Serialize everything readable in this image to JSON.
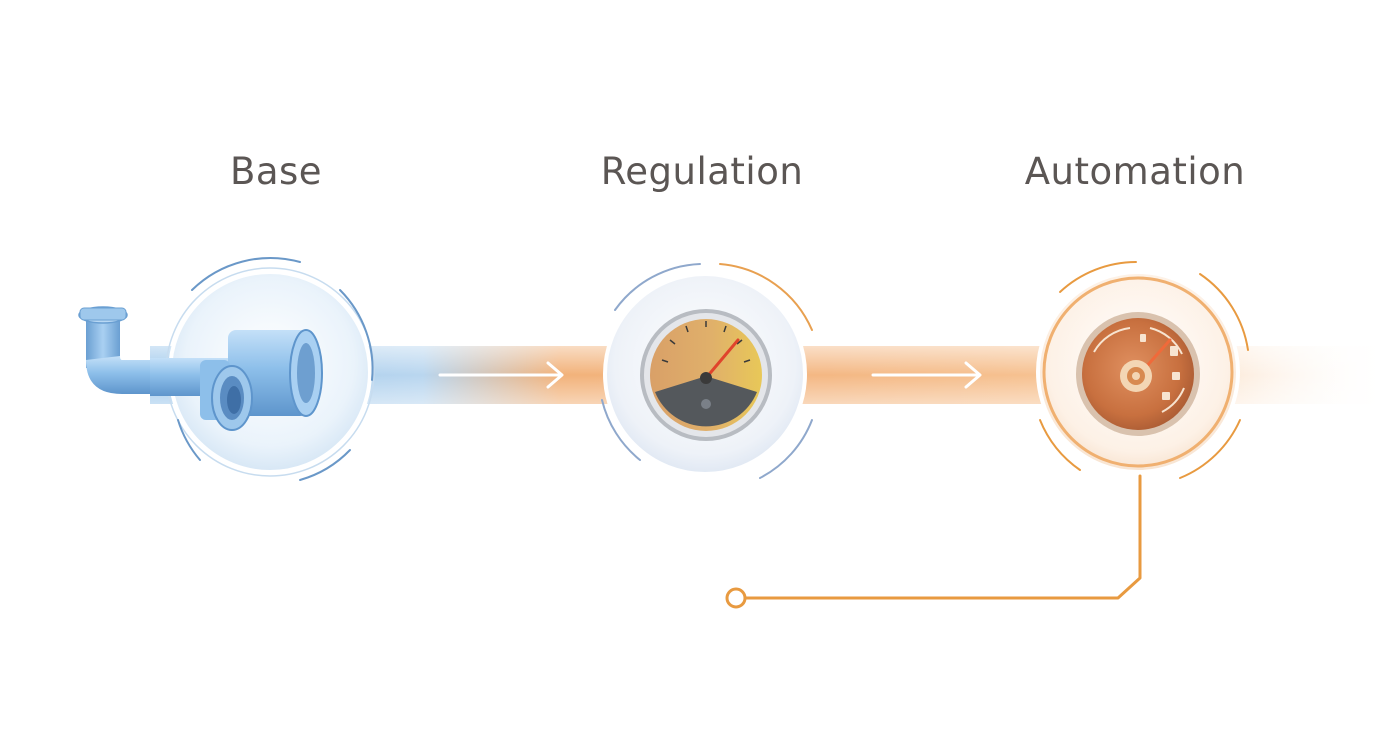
{
  "stages": [
    {
      "id": "base",
      "label": "Base",
      "icon": "pipe-fitting-icon"
    },
    {
      "id": "regulation",
      "label": "Regulation",
      "icon": "pressure-gauge-icon"
    },
    {
      "id": "automation",
      "label": "Automation",
      "icon": "smart-dial-icon"
    }
  ],
  "colors": {
    "blue": "#8fc0e8",
    "blue_ring": "#5f95c6",
    "orange": "#f0a860",
    "orange_ring": "#e89a40",
    "text": "#5b5654",
    "gauge_gray": "#54585c",
    "dial_brown": "#c06a3e"
  }
}
